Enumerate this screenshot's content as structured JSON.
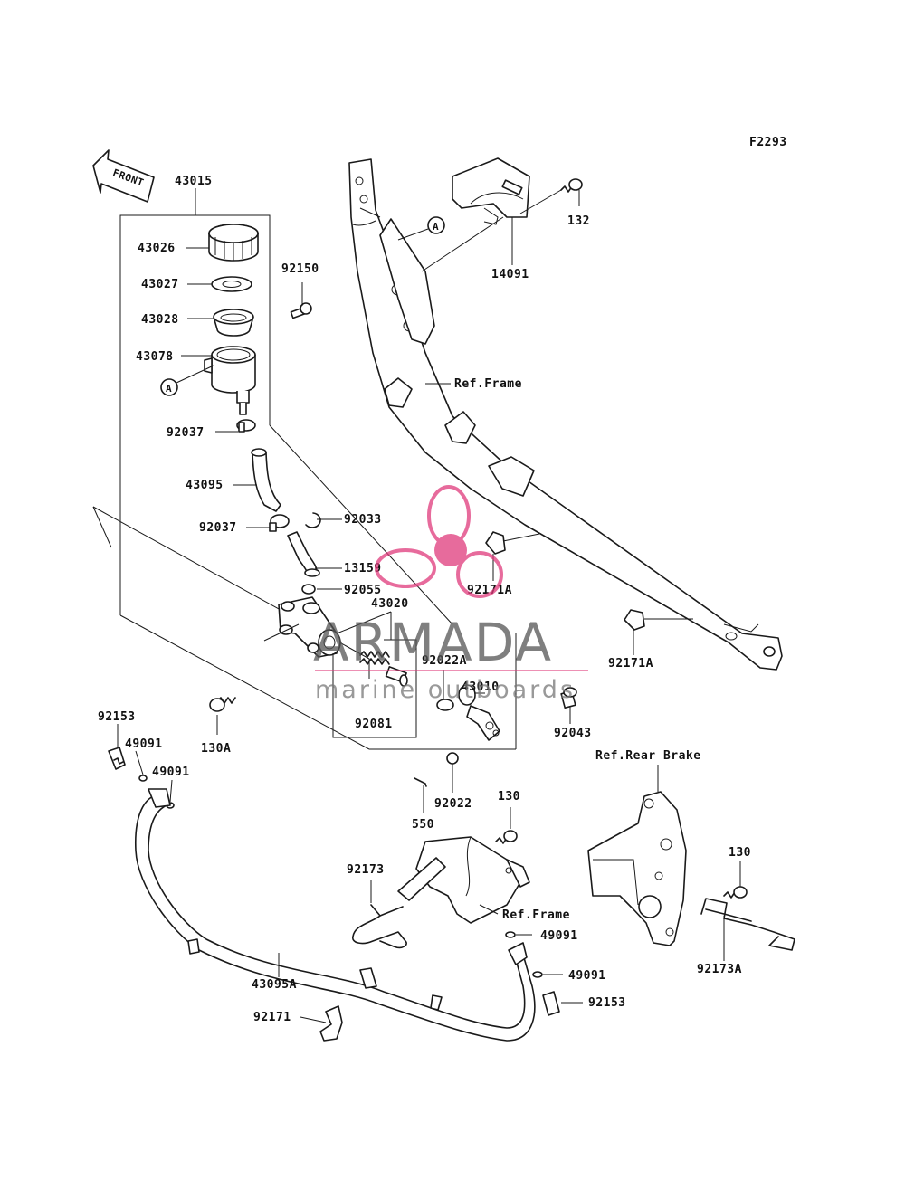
{
  "figure_code": "F2293",
  "front_label": "FRONT",
  "callout_letter": "A",
  "watermark": {
    "brand": "ARMADA",
    "tagline": "marine outboards",
    "color": "#e03a7c"
  },
  "labels": {
    "p43015": "43015",
    "p43026": "43026",
    "p43027": "43027",
    "p43028": "43028",
    "p43078": "43078",
    "p92150": "92150",
    "p92037a": "92037",
    "p43095": "43095",
    "p92037b": "92037",
    "p92033": "92033",
    "p13159": "13159",
    "p92055": "92055",
    "p43020": "43020",
    "p92022A": "92022A",
    "p43010": "43010",
    "p92081": "92081",
    "p130A": "130A",
    "p92043": "92043",
    "p92022": "92022",
    "p550": "550",
    "p130a": "130",
    "p92173": "92173",
    "p92153a": "92153",
    "p49091a": "49091",
    "p49091b": "49091",
    "p49091c": "49091",
    "p49091d": "49091",
    "p92153b": "92153",
    "p43095A": "43095A",
    "p92171": "92171",
    "p132": "132",
    "p14091": "14091",
    "p92171A_a": "92171A",
    "p92171A_b": "92171A",
    "p130b": "130",
    "p92173A": "92173A",
    "ref_frame_1": "Ref.Frame",
    "ref_frame_2": "Ref.Frame",
    "ref_rear_brake": "Ref.Rear Brake"
  }
}
